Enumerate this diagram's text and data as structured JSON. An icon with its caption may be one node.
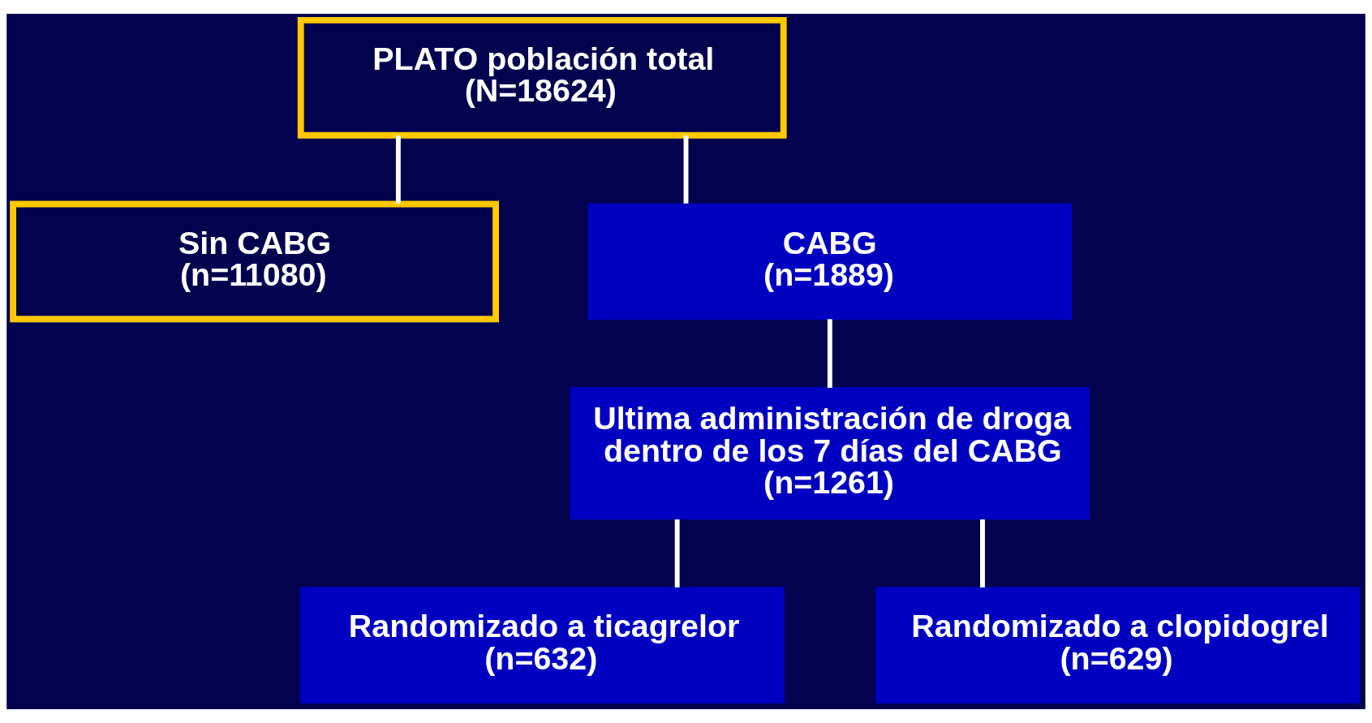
{
  "diagram": {
    "nodes": [
      {
        "text": [
          "PLATO población total",
          "(N=18624)"
        ]
      },
      {
        "text": [
          "Sin CABG",
          "(n=11080)"
        ]
      },
      {
        "text": [
          "CABG",
          "(n=1889)"
        ]
      },
      {
        "text": [
          "Ultima administración de droga dentro de los 7 días del CABG",
          "(n=1261)"
        ]
      },
      {
        "text": [
          "Randomizado a ticagrelor",
          "(n=632)"
        ]
      },
      {
        "text": [
          "Randomizado a clopidogrel",
          "(n=629)"
        ]
      }
    ],
    "edges": [
      {
        "from": 0,
        "to": 1,
        "arrow": "none"
      },
      {
        "from": 0,
        "to": 2,
        "arrow": "none"
      },
      {
        "from": 2,
        "to": 3,
        "arrow": "none"
      },
      {
        "from": 3,
        "to": 4,
        "arrow": "none"
      },
      {
        "from": 3,
        "to": 5,
        "arrow": "none"
      }
    ]
  }
}
